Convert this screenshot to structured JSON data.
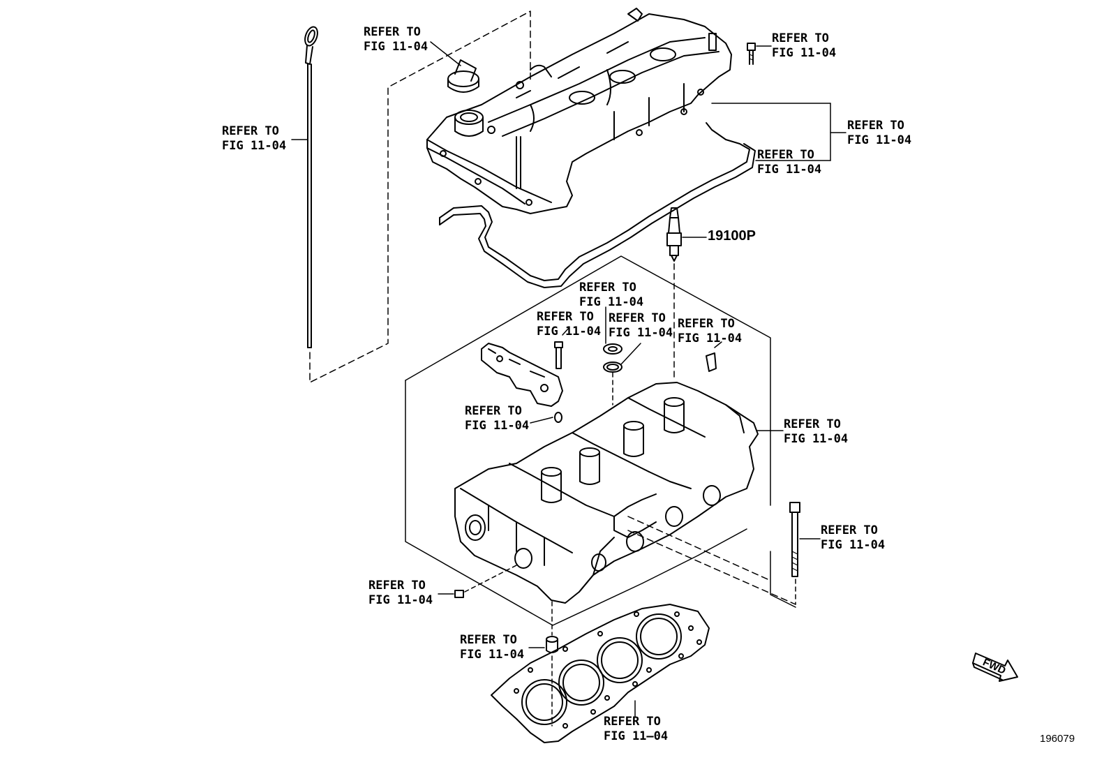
{
  "refer": {
    "line1": "REFER TO",
    "line2": "FIG 11-04"
  },
  "refer_ht": {
    "line1": "REFER TO",
    "line2": "FIG 11–04"
  },
  "part_spark_plug": "19100P",
  "fwd_label": "FWD",
  "doc_id": "196079",
  "colors": {
    "line": "#000000",
    "background": "#ffffff"
  }
}
